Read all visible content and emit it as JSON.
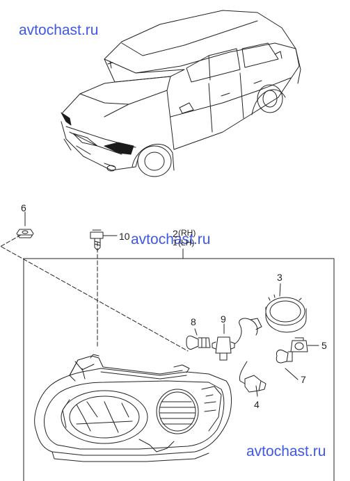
{
  "watermarks": {
    "top": "avtochast.ru",
    "middle": "avtochast.ru",
    "bottom": "avtochast.ru"
  },
  "callouts": {
    "c1": "1",
    "c2": "2",
    "c3": "3",
    "c4": "4",
    "c5": "5",
    "c6": "6",
    "c7": "7",
    "c8": "8",
    "c9": "9",
    "c10": "10"
  },
  "assembly_side_labels": {
    "rh": "(RH)",
    "lh": "(LH)"
  },
  "colors": {
    "watermark": "#3f57e8",
    "lines": "#222222",
    "highlight": "#1a1a1a"
  }
}
